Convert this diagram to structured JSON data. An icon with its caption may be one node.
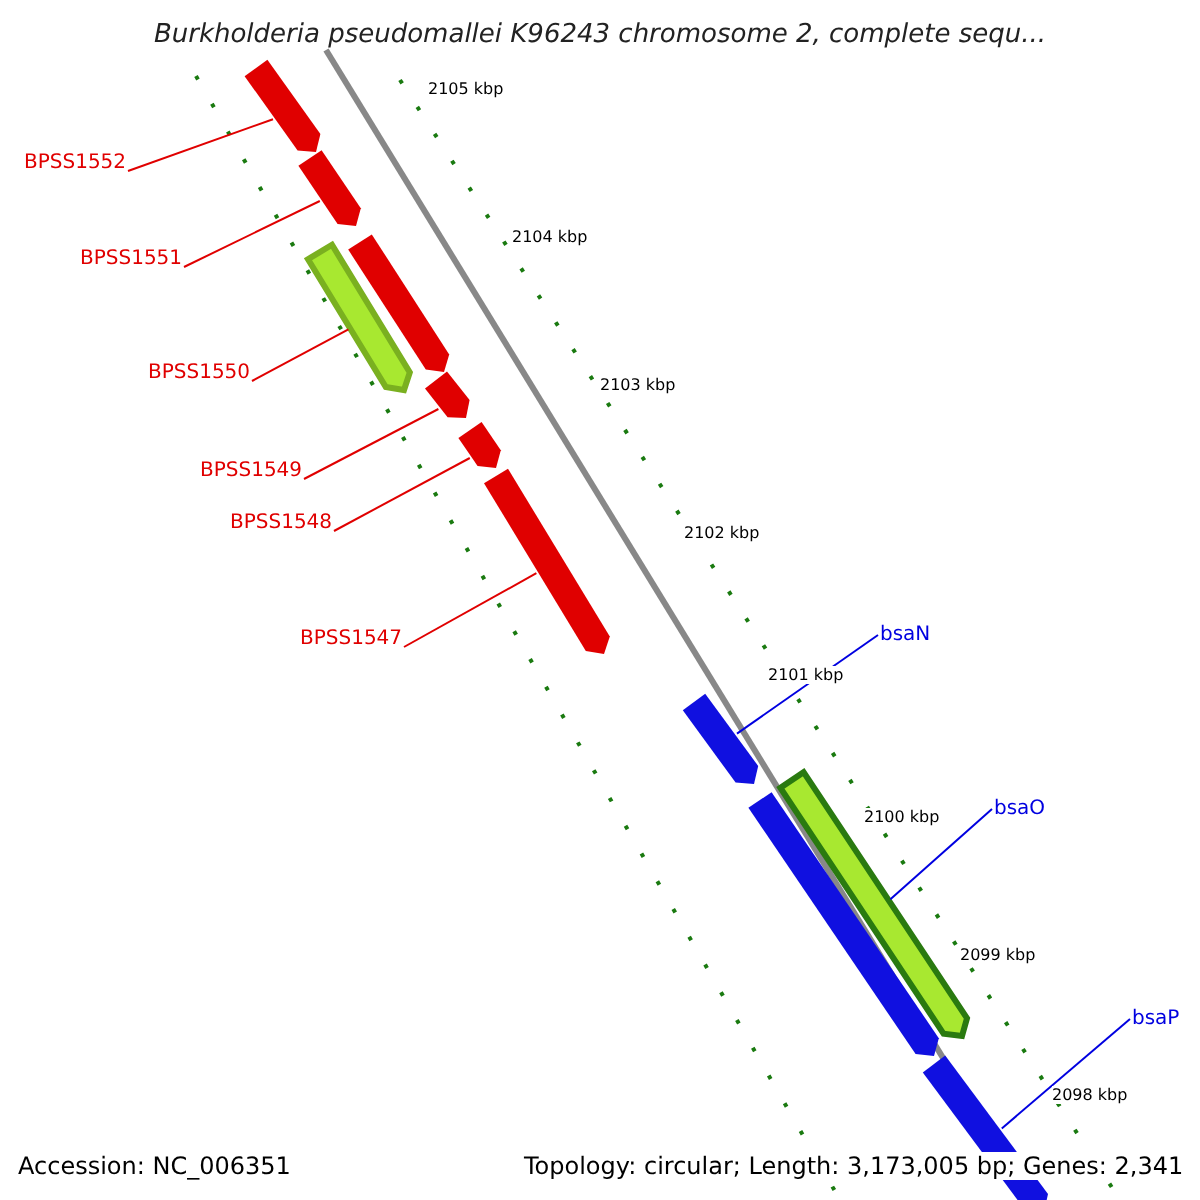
{
  "diagram": {
    "title": "Burkholderia pseudomallei K96243 chromosome 2, complete sequ...",
    "nodes": [
      {
        "text": [
          "BPSS1552"
        ]
      },
      {
        "text": [
          "BPSS1551"
        ]
      },
      {
        "text": [
          "BPSS1550"
        ]
      },
      {
        "text": [
          "BPSS1549"
        ]
      },
      {
        "text": [
          "BPSS1548"
        ]
      },
      {
        "text": [
          "BPSS1547"
        ]
      },
      {
        "text": [
          "bsaN"
        ]
      },
      {
        "text": [
          "bsaO"
        ]
      },
      {
        "text": [
          "bsaP"
        ]
      },
      {
        "text": [],
        "shape": "bar"
      },
      {
        "text": [],
        "shape": "bar"
      },
      {
        "text": [],
        "shape": "bar"
      },
      {
        "text": [],
        "shape": "bar"
      },
      {
        "text": [],
        "shape": "bar"
      },
      {
        "text": [],
        "shape": "bar"
      },
      {
        "text": [],
        "shape": "bar"
      },
      {
        "text": [],
        "shape": "bar"
      },
      {
        "text": [],
        "shape": "bar"
      },
      {
        "text": [],
        "shape": "bar"
      },
      {
        "text": [],
        "shape": "bar"
      }
    ],
    "edges": [
      {
        "from": 0,
        "to": 9,
        "arrow": "none"
      },
      {
        "from": 1,
        "to": 10,
        "arrow": "none"
      },
      {
        "from": 2,
        "to": 12,
        "arrow": "none"
      },
      {
        "from": 3,
        "to": 13,
        "arrow": "none"
      },
      {
        "from": 4,
        "to": 14,
        "arrow": "none"
      },
      {
        "from": 5,
        "to": 15,
        "arrow": "none"
      },
      {
        "from": 6,
        "to": 16,
        "arrow": "none",
        "color": "#0000e0"
      },
      {
        "from": 7,
        "to": 18,
        "arrow": "none",
        "color": "#0000e0"
      },
      {
        "from": 8,
        "to": 19,
        "arrow": "none",
        "color": "#0000e0"
      }
    ],
    "labels": [
      "2105 kbp",
      "2104 kbp",
      "2103 kbp",
      "2102 kbp",
      "2101 kbp",
      "2100 kbp",
      "2099 kbp",
      "2098 kbp",
      "Accession: NC_006351",
      "Topology: circular; Length: 3,173,005 bp; Genes: 2,341"
    ]
  }
}
